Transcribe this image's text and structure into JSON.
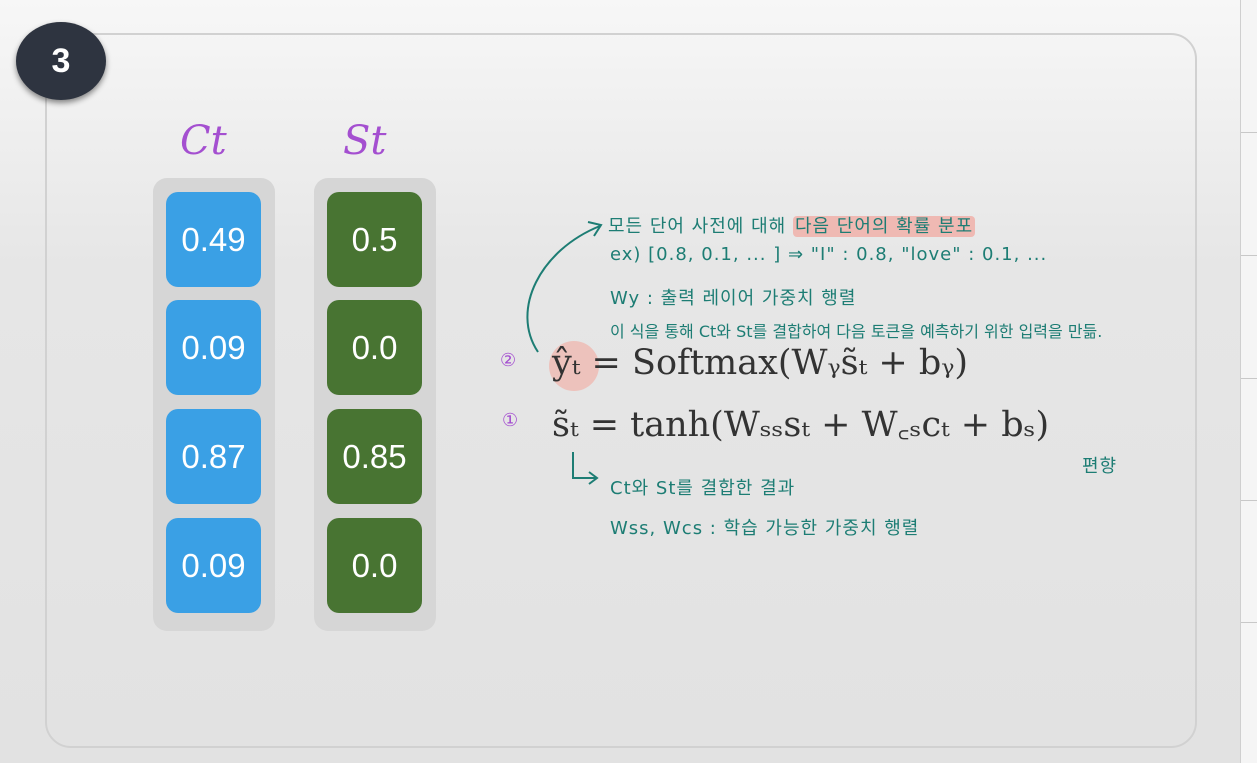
{
  "step": {
    "number": "3"
  },
  "columns": {
    "ct": {
      "title": "Ct",
      "values": [
        "0.49",
        "0.09",
        "0.87",
        "0.09"
      ],
      "color": "#3aa0e5"
    },
    "st": {
      "title": "St",
      "values": [
        "0.5",
        "0.0",
        "0.85",
        "0.0"
      ],
      "color": "#487432"
    }
  },
  "notes": {
    "line1_prefix": "모든 단어 사전에 대해 ",
    "line1_highlight": "다음 단어의 확률 분포",
    "line2": "ex) [0.8, 0.1, ... ] ⇒ \"I\" : 0.8, \"love\" : 0.1, ...",
    "line3": "Wy : 출력 레이어 가중치 행렬",
    "line4": "이 식을 통해 Ct와 St를 결합하여 다음 토큰을 예측하기 위한 입력을 만듦.",
    "bias": "편향",
    "result1": "Ct와 St를 결합한 결과",
    "result2": "Wss, Wcs : 학습 가능한 가중치 행렬"
  },
  "equations": {
    "eq2": "ŷₜ = Softmax(Wᵧs̃ₜ + bᵧ)",
    "eq1": "s̃ₜ = tanh(Wₛₛsₜ + W꜀ₛcₜ + bₛ)",
    "marker2": "②",
    "marker1": "①"
  },
  "colors": {
    "annotation": "#1d7d74",
    "marker": "#a44fd0",
    "highlight": "#f2a096"
  }
}
